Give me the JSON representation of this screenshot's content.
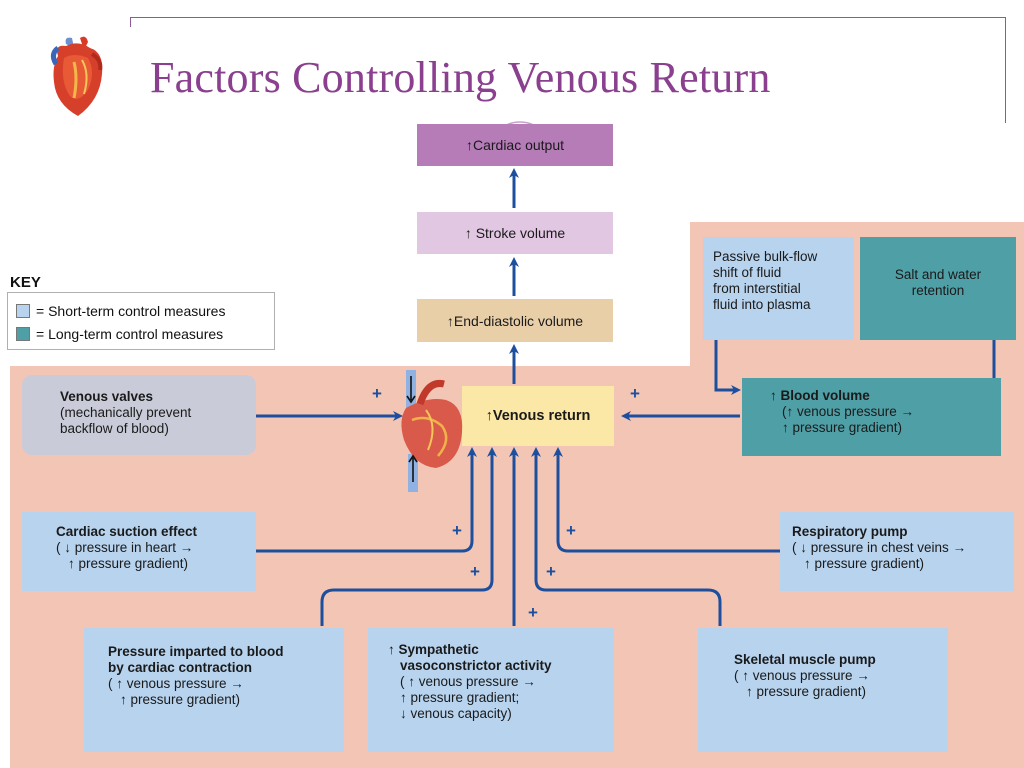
{
  "title": "Factors Controlling Venous Return",
  "key": {
    "title": "KEY",
    "short_term": "= Short-term control measures",
    "long_term": "= Long-term control measures",
    "short_color": "#b7d3ee",
    "long_color": "#4f9fa6"
  },
  "chain": {
    "cardiac_output": "↑Cardiac output",
    "stroke_volume": "↑ Stroke volume",
    "end_diastolic": "↑End-diastolic volume",
    "venous_return": "↑Venous return"
  },
  "boxes": {
    "passive_shift": [
      "Passive bulk-flow",
      "shift of fluid",
      "from interstitial",
      "fluid into plasma"
    ],
    "salt_water": [
      "Salt and water",
      "retention"
    ],
    "blood_volume": {
      "title": "↑ Blood volume",
      "lines": [
        "(↑ venous pressure →",
        "↑ pressure gradient)"
      ]
    },
    "venous_valves": {
      "title": "Venous valves",
      "lines": [
        "(mechanically prevent",
        "backflow of blood)"
      ]
    },
    "cardiac_suction": {
      "title": "Cardiac suction effect",
      "lines": [
        "( ↓ pressure in heart →",
        "↑ pressure gradient)"
      ]
    },
    "respiratory_pump": {
      "title": "Respiratory pump",
      "lines": [
        "( ↓ pressure in chest veins →",
        "↑ pressure gradient)"
      ]
    },
    "cardiac_contraction": {
      "title_lines": [
        "Pressure imparted to blood",
        "by cardiac contraction"
      ],
      "lines": [
        "( ↑ venous pressure →",
        "↑ pressure gradient)"
      ]
    },
    "sympathetic": {
      "title_lines": [
        "↑ Sympathetic",
        "vasoconstrictor activity"
      ],
      "lines": [
        "( ↑ venous pressure →",
        "↑ pressure gradient;",
        "↓ venous capacity)"
      ]
    },
    "skeletal_pump": {
      "title": "Skeletal muscle pump",
      "lines": [
        "( ↑ venous pressure →",
        "↑ pressure gradient)"
      ]
    }
  },
  "plus_sign": "+",
  "colors": {
    "title": "#8a3f8f",
    "arrow": "#1d4f9e",
    "background_panel": "#f3c5b5"
  }
}
